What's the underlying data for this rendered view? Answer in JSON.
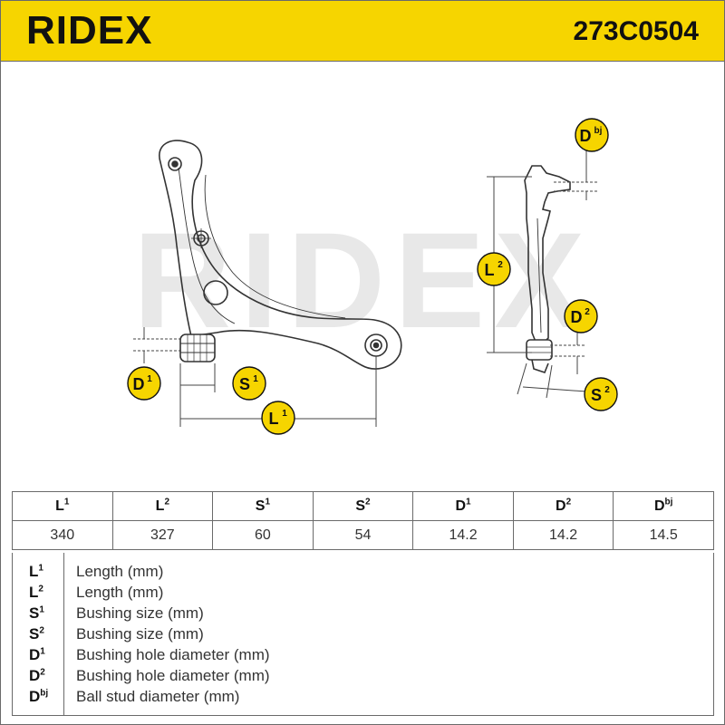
{
  "header": {
    "brand": "RIDEX",
    "part_number": "273C0504"
  },
  "watermark": "RIDEX",
  "labels": {
    "d1": {
      "base": "D",
      "sup": "1"
    },
    "s1": {
      "base": "S",
      "sup": "1"
    },
    "l1": {
      "base": "L",
      "sup": "1"
    },
    "l2": {
      "base": "L",
      "sup": "2"
    },
    "d2": {
      "base": "D",
      "sup": "2"
    },
    "s2": {
      "base": "S",
      "sup": "2"
    },
    "dbj": {
      "base": "D",
      "sup": "bj"
    }
  },
  "table": {
    "headers": [
      {
        "base": "L",
        "sup": "1"
      },
      {
        "base": "L",
        "sup": "2"
      },
      {
        "base": "S",
        "sup": "1"
      },
      {
        "base": "S",
        "sup": "2"
      },
      {
        "base": "D",
        "sup": "1"
      },
      {
        "base": "D",
        "sup": "2"
      },
      {
        "base": "D",
        "sup": "bj"
      }
    ],
    "values": [
      "340",
      "327",
      "60",
      "54",
      "14.2",
      "14.2",
      "14.5"
    ]
  },
  "legend": [
    {
      "base": "L",
      "sup": "1",
      "desc": "Length (mm)"
    },
    {
      "base": "L",
      "sup": "2",
      "desc": "Length (mm)"
    },
    {
      "base": "S",
      "sup": "1",
      "desc": "Bushing size (mm)"
    },
    {
      "base": "S",
      "sup": "2",
      "desc": "Bushing size (mm)"
    },
    {
      "base": "D",
      "sup": "1",
      "desc": "Bushing hole diameter (mm)"
    },
    {
      "base": "D",
      "sup": "2",
      "desc": "Bushing hole diameter (mm)"
    },
    {
      "base": "D",
      "sup": "bj",
      "desc": "Ball stud diameter (mm)"
    }
  ],
  "colors": {
    "header_bg": "#f6d500",
    "badge_bg": "#f6d500",
    "badge_border": "#111111",
    "watermark": "#e6e6e6",
    "line": "#333333"
  }
}
